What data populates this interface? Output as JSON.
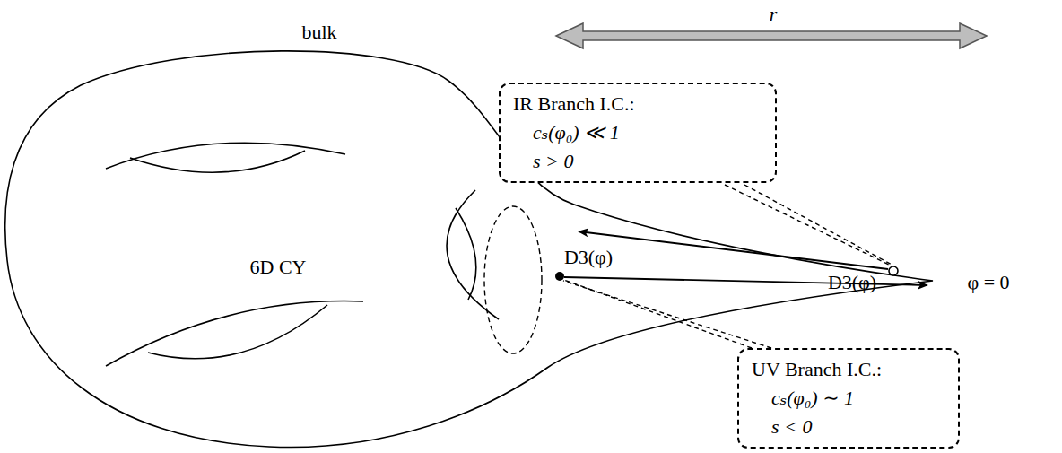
{
  "diagram": {
    "nodes": [
      {
        "text": [
          "IR Branch I.C.:",
          "cₛ(φ₀) ≪ 1",
          "s > 0"
        ]
      },
      {
        "text": [
          "UV Branch I.C.:",
          "cₛ(φ₀) ∼ 1",
          "s < 0"
        ]
      }
    ],
    "labels": [
      "bulk",
      "r",
      "6D CY",
      "D3(φ)",
      "D3(φ)",
      "φ = 0"
    ]
  }
}
